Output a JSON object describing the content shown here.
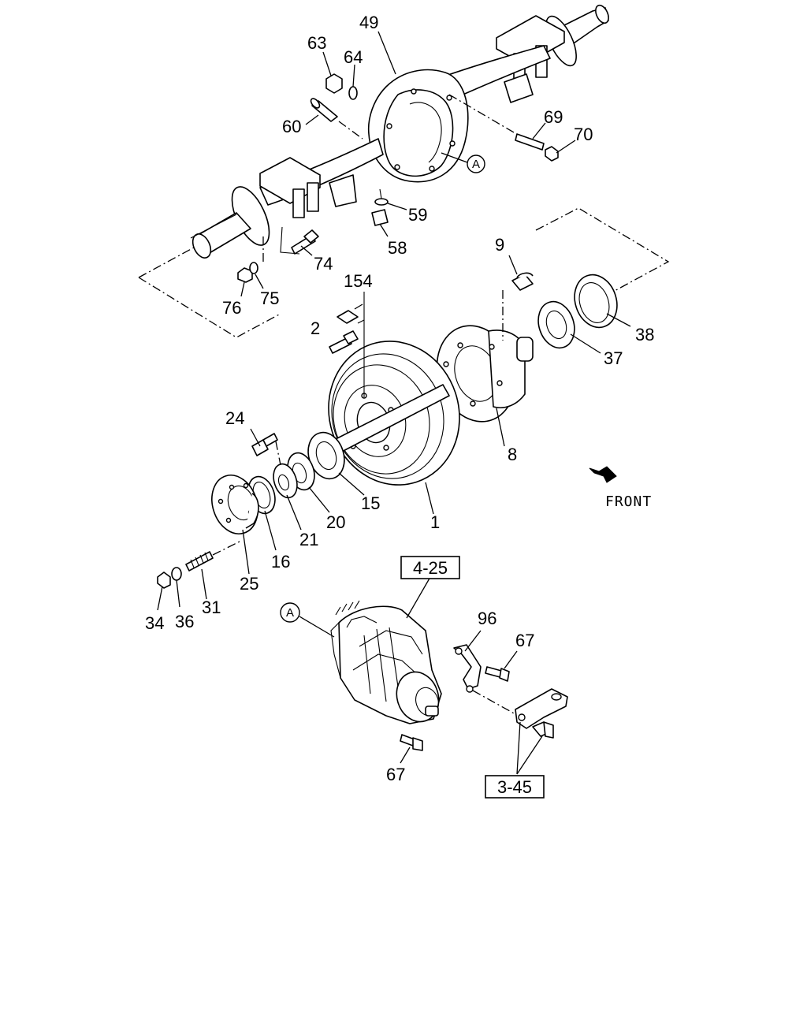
{
  "diagram": {
    "callouts": {
      "c49": "49",
      "c63": "63",
      "c64": "64",
      "c60": "60",
      "c69": "69",
      "c70": "70",
      "c59": "59",
      "c58": "58",
      "c74": "74",
      "c76": "76",
      "c75": "75",
      "c9": "9",
      "c154": "154",
      "c2": "2",
      "c38": "38",
      "c37": "37",
      "c8": "8",
      "c24": "24",
      "c15": "15",
      "c20": "20",
      "c21": "21",
      "c16": "16",
      "c25": "25",
      "c1": "1",
      "c31": "31",
      "c36": "36",
      "c34": "34",
      "c96": "96",
      "c67a": "67",
      "c67b": "67"
    },
    "ref_marks": {
      "housing": "A",
      "differential": "A"
    },
    "reference_boxes": {
      "differential_ref": "4-25",
      "bracket_ref": "3-45"
    },
    "direction": {
      "label": "FRONT"
    }
  }
}
